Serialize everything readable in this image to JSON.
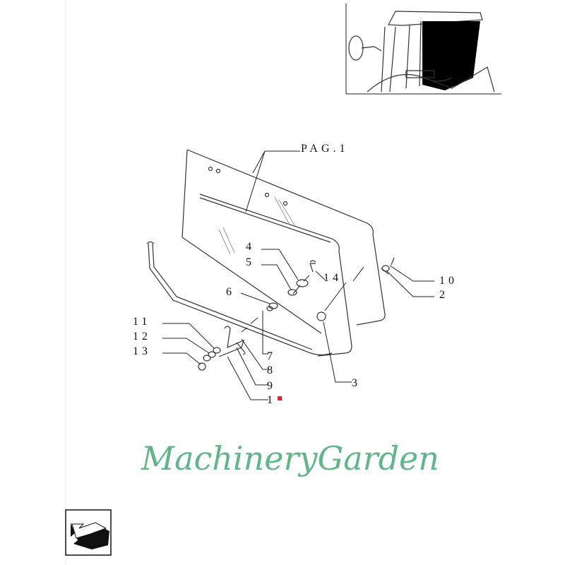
{
  "diagram": {
    "reference_label": "PAG.1",
    "callouts": [
      "1",
      "2",
      "3",
      "4",
      "5",
      "6",
      "7",
      "8",
      "9",
      "10",
      "11",
      "12",
      "13",
      "14"
    ],
    "highlight_color": "#e0202a",
    "watermark": "MachineryGarden"
  },
  "icons": {
    "inset": "tractor-cab-icon",
    "nav": "arrow-back-icon"
  }
}
